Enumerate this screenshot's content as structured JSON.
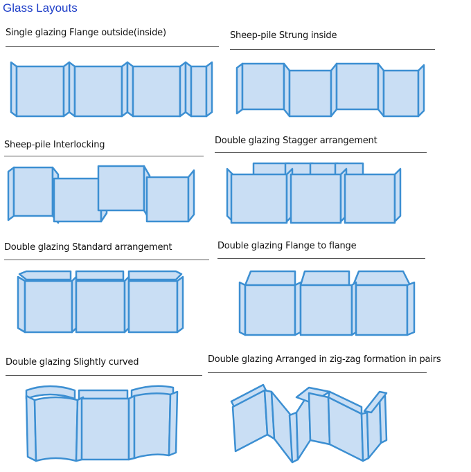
{
  "page_title": "Glass Layouts",
  "panels": [
    {
      "caption": "Single glazing   Flange outside(inside)"
    },
    {
      "caption": "Sheep-pile   Strung inside"
    },
    {
      "caption": "Sheep-pile   Interlocking"
    },
    {
      "caption": "Double glazing   Stagger arrangement"
    },
    {
      "caption": "Double glazing   Standard arrangement"
    },
    {
      "caption": "Double glazing   Flange to flange"
    },
    {
      "caption": "Double glazing   Slightly curved"
    },
    {
      "caption": "Double glazing   Arranged in zig-zag formation in pairs"
    }
  ],
  "colors": {
    "glass_fill": "#c9def4",
    "glass_edge": "#3c8fd2",
    "title": "#1f3fc8"
  }
}
